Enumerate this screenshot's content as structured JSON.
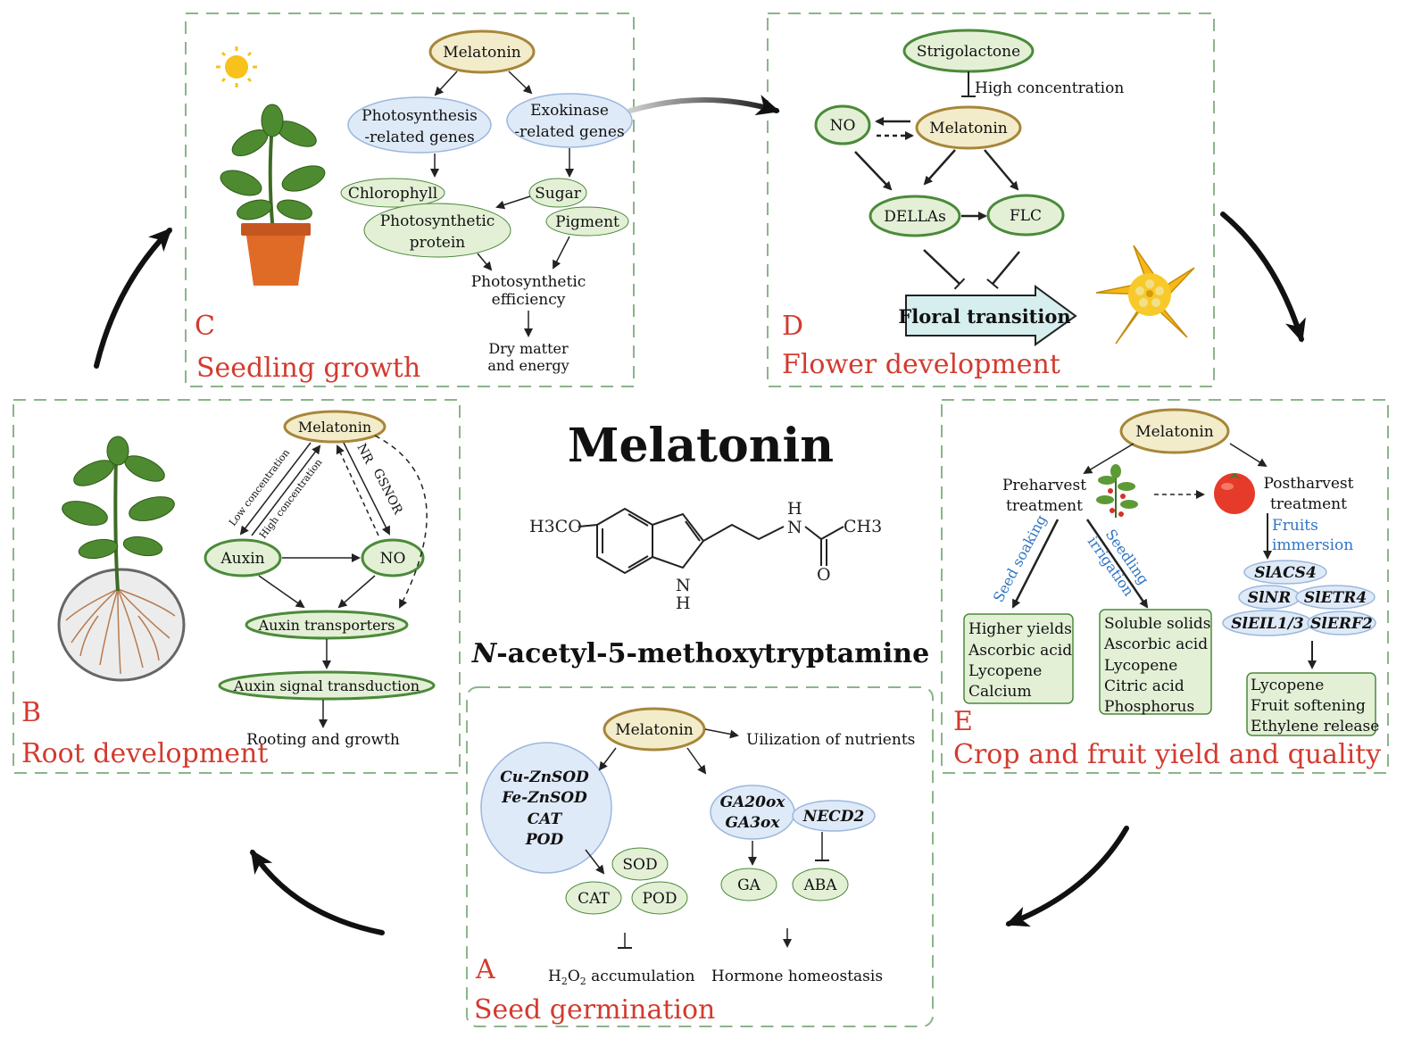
{
  "center": {
    "title": "Melatonin",
    "formula_h3co": "H3CO",
    "formula_ch3": "CH3",
    "formula_nh": "N",
    "formula_h_top": "H",
    "formula_h_ring": "H",
    "formula_n_ring": "N",
    "formula_o": "O",
    "chem_name_italic": "N",
    "chem_name_rest": "-acetyl-5-methoxytryptamine"
  },
  "panel_a": {
    "letter": "A",
    "title": "Seed germination",
    "melatonin": "Melatonin",
    "nutrients": "Uilization of nutrients",
    "genes": [
      "Cu-ZnSOD",
      "Fe-ZnSOD",
      "CAT",
      "POD"
    ],
    "sod": "SOD",
    "cat": "CAT",
    "pod": "POD",
    "ga_genes_1": "GA20ox",
    "ga_genes_2": "GA3ox",
    "necd2": "NECD2",
    "ga": "GA",
    "aba": "ABA",
    "h2o2_pre": "H",
    "h2o2_sub1": "2",
    "h2o2_mid": "O",
    "h2o2_sub2": "2",
    "h2o2_post": " accumulation",
    "hormone": "Hormone homeostasis"
  },
  "panel_b": {
    "letter": "B",
    "title": "Root development",
    "melatonin": "Melatonin",
    "low_conc": "Low concentration",
    "high_conc": "High concentration",
    "nr": "NR",
    "gsnor": "GSNOR",
    "auxin": "Auxin",
    "no": "NO",
    "transporters": "Auxin transporters",
    "signal": "Auxin signal transduction",
    "rooting": "Rooting and growth"
  },
  "panel_c": {
    "letter": "C",
    "title": "Seedling growth",
    "melatonin": "Melatonin",
    "photo_genes_1": "Photosynthesis",
    "photo_genes_2": "-related genes",
    "exo_genes_1": "Exokinase",
    "exo_genes_2": "-related genes",
    "chlorophyll": "Chlorophyll",
    "protein_1": "Photosynthetic",
    "protein_2": "protein",
    "sugar": "Sugar",
    "pigment": "Pigment",
    "efficiency_1": "Photosynthetic",
    "efficiency_2": "efficiency",
    "dry_1": "Dry matter",
    "dry_2": "and energy"
  },
  "panel_d": {
    "letter": "D",
    "title": "Flower development",
    "strigolactone": "Strigolactone",
    "high_conc": "High concentration",
    "no": "NO",
    "melatonin": "Melatonin",
    "dellas": "DELLAs",
    "flc": "FLC",
    "floral": "Floral transition"
  },
  "panel_e": {
    "letter": "E",
    "title": "Crop and fruit yield and quality",
    "melatonin": "Melatonin",
    "preharvest_1": "Preharvest",
    "preharvest_2": "treatment",
    "postharvest_1": "Postharvest",
    "postharvest_2": "treatment",
    "fruits_1": "Fruits",
    "fruits_2": "immersion",
    "seed_soaking": "Seed soaking",
    "seedling_1": "Seedling",
    "seedling_2": "irrigation",
    "box1": [
      "Higher yields",
      "Ascorbic acid",
      "Lycopene",
      "Calcium"
    ],
    "box2": [
      "Soluble solids",
      "Ascorbic acid",
      "Lycopene",
      "Citric acid",
      "Phosphorus"
    ],
    "genes": [
      "SlACS4",
      "SlNR",
      "SlETR4",
      "SlEIL1/3",
      "SlERF2"
    ],
    "box3": [
      "Lycopene",
      "Fruit softening",
      "Ethylene release"
    ]
  },
  "colors": {
    "panel_letter": "#d23b2f",
    "dashed_border": "#8bb58a",
    "melatonin_fill": "#f3ecca",
    "melatonin_stroke": "#a7863a",
    "green_fill": "#e3f0d6",
    "green_stroke": "#4b8a3a",
    "blue_fill": "#dfeaf8",
    "blue_stroke": "#9bb7dc",
    "treatment_text": "#2f74c4"
  }
}
